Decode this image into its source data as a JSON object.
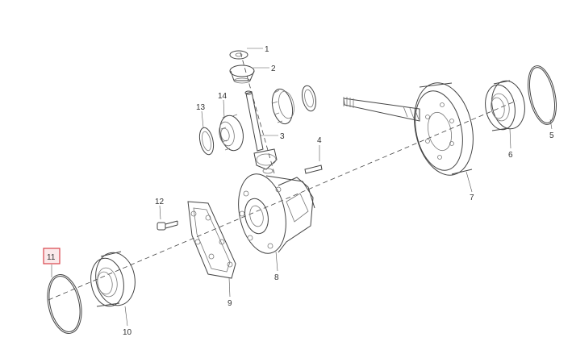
{
  "diagram": {
    "callouts": [
      {
        "id": "1",
        "label": "1"
      },
      {
        "id": "2",
        "label": "2"
      },
      {
        "id": "3",
        "label": "3"
      },
      {
        "id": "4",
        "label": "4"
      },
      {
        "id": "5",
        "label": "5"
      },
      {
        "id": "6",
        "label": "6"
      },
      {
        "id": "7",
        "label": "7"
      },
      {
        "id": "8",
        "label": "8"
      },
      {
        "id": "9",
        "label": "9"
      },
      {
        "id": "10",
        "label": "10"
      },
      {
        "id": "11",
        "label": "11",
        "highlighted": true
      },
      {
        "id": "12",
        "label": "12"
      },
      {
        "id": "13",
        "label": "13"
      },
      {
        "id": "14",
        "label": "14"
      }
    ],
    "colors": {
      "highlight_border": "#d9434b",
      "highlight_fill": "#fbe9ea",
      "line": "#444444"
    }
  }
}
